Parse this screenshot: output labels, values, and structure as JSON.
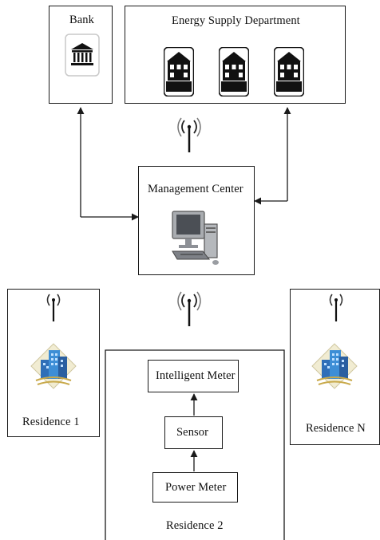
{
  "nodes": {
    "bank": "Bank",
    "energy_supply": "Energy Supply Department",
    "management_center": "Management Center",
    "residence_1": "Residence 1",
    "residence_n": "Residence N",
    "residence_2": "Residence 2",
    "intelligent_meter": "Intelligent Meter",
    "sensor": "Sensor",
    "power_meter": "Power Meter"
  },
  "icons": [
    "bank-icon",
    "house-icon",
    "antenna-icon",
    "computer-icon",
    "building-icon"
  ]
}
